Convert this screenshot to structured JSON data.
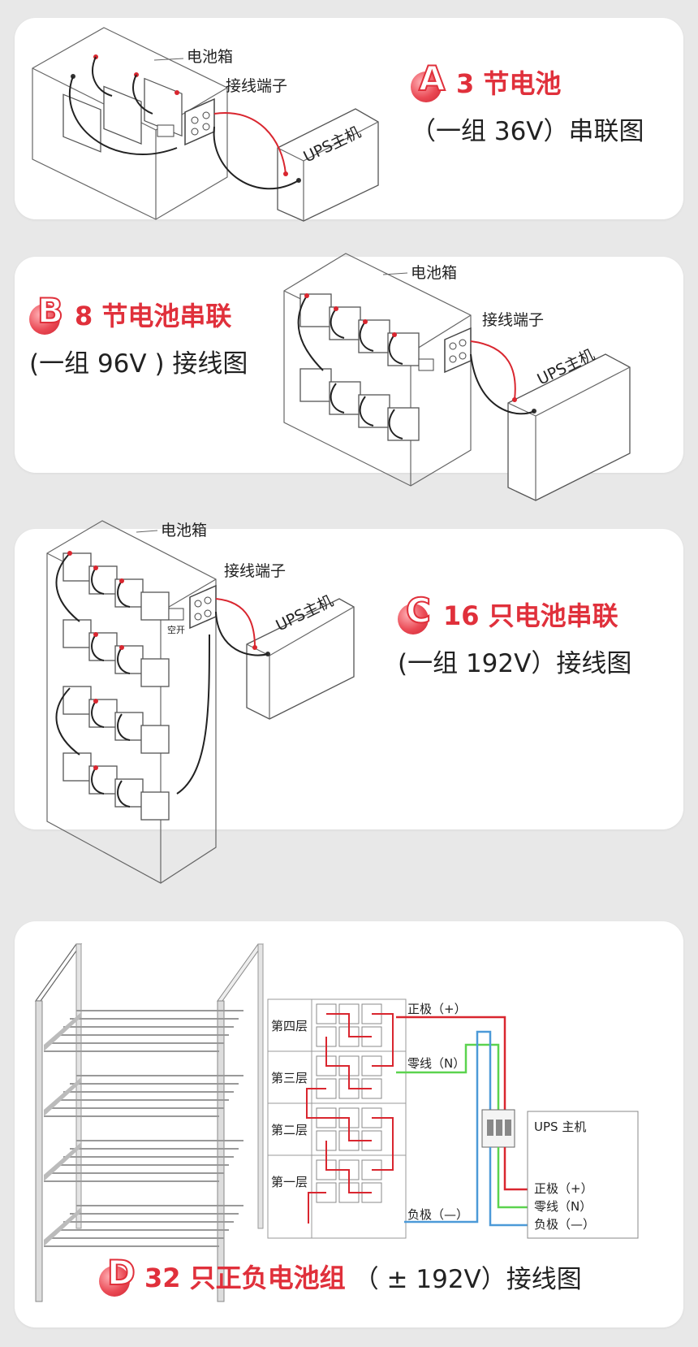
{
  "colors": {
    "accent_red": "#e0303b",
    "positive_wire": "#d9262f",
    "neutral_wire": "#5bd34f",
    "negative_wire": "#4c9ad8",
    "background": "#e8e8e8",
    "card": "#ffffff"
  },
  "panel_a": {
    "letter": "A",
    "title": "3 节电池",
    "subtitle": "（一组 36V）串联图",
    "label_box": "电池箱",
    "label_terminal": "接线端子",
    "label_ups": "UPS主机"
  },
  "panel_b": {
    "letter": "B",
    "title": "8 节电池串联",
    "subtitle": "(一组 96V ) 接线图",
    "label_box": "电池箱",
    "label_terminal": "接线端子",
    "label_ups": "UPS主机"
  },
  "panel_c": {
    "letter": "C",
    "title": "16 只电池串联",
    "subtitle": "(一组 192V）接线图",
    "label_box": "电池箱",
    "label_terminal": "接线端子",
    "label_ups": "UPS主机",
    "label_switch": "空开"
  },
  "panel_d": {
    "letter": "D",
    "title": "32 只正负电池组",
    "subtitle": "（ ± 192V）接线图",
    "layers": [
      "第四层",
      "第三层",
      "第二层",
      "第一层"
    ],
    "wire_positive": "正极（+）",
    "wire_neutral": "零线（N）",
    "wire_negative": "负极（—）",
    "ups_title": "UPS 主机",
    "ups_positive": "正极（+）",
    "ups_neutral": "零线（N）",
    "ups_negative": "负极（—）"
  }
}
